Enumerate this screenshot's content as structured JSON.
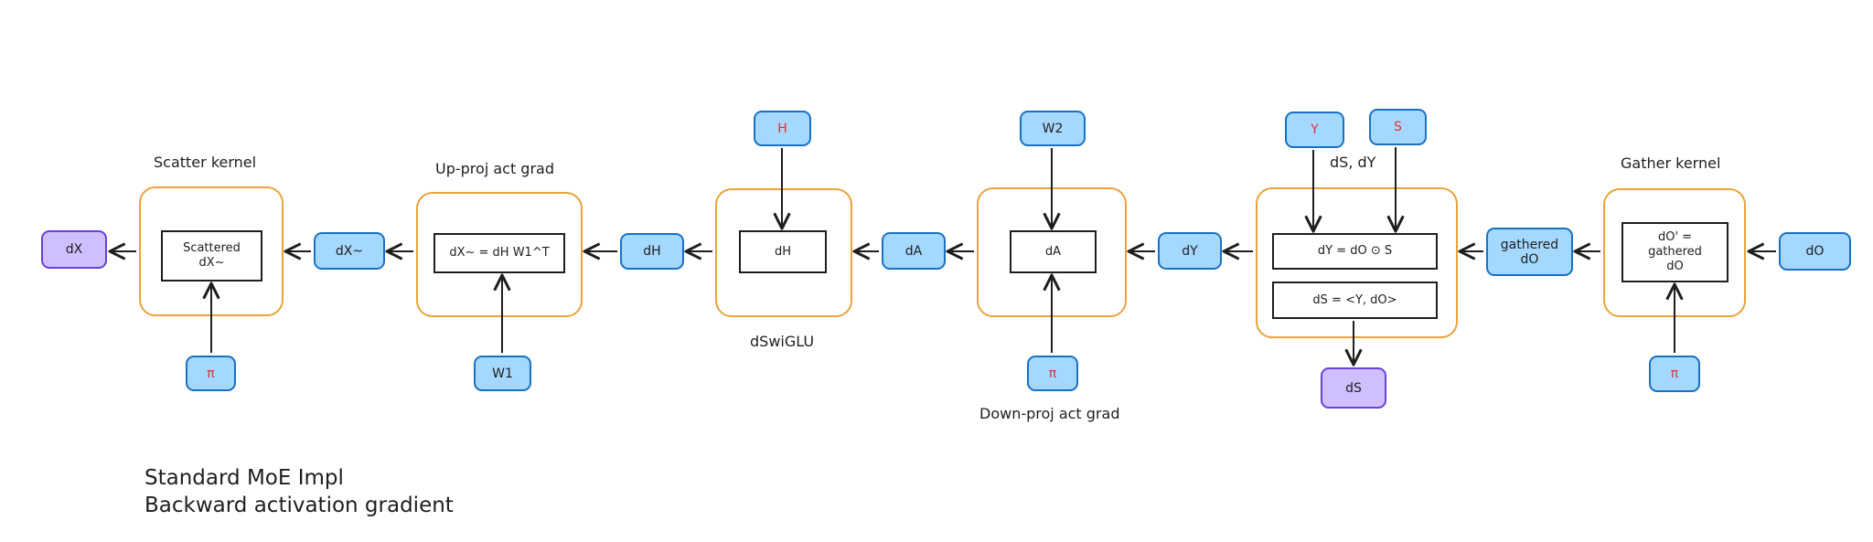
{
  "tensors": {
    "dx": "dX",
    "dx_tilde": "dX~",
    "pi_scatter": "π",
    "w1": "W1",
    "dh": "dH",
    "h": "H",
    "da": "dA",
    "w2": "W2",
    "pi_down": "π",
    "dy": "dY",
    "y": "Y",
    "s": "S",
    "ds": "dS",
    "gathered_do": "gathered\ndO",
    "do": "dO",
    "pi_gather": "π"
  },
  "ops": {
    "scatter": "Scattered\ndX~",
    "up_proj": "dX~ = dH W1^T",
    "dswiglu": "dH",
    "down_proj": "dA",
    "dy_eq": "dY = dO ⊙ S",
    "ds_eq": "dS = <Y, dO>",
    "gather": "dO' =\ngathered\ndO"
  },
  "labels": {
    "scatter_kernel": "Scatter kernel",
    "up_proj_act_grad": "Up-proj act grad",
    "dswiglu": "dSwiGLU",
    "down_proj_act_grad": "Down-proj act grad",
    "ds_dy": "dS, dY",
    "gather_kernel": "Gather kernel"
  },
  "caption": {
    "line1": "Standard MoE Impl",
    "line2": "Backward activation gradient"
  },
  "colors": {
    "tensor_fill": "#a5d8ff",
    "tensor_stroke": "#1971c2",
    "output_fill": "#d0bfff",
    "output_stroke": "#6741d9",
    "group_stroke": "#e8a33a",
    "special_text": "#e03131"
  }
}
